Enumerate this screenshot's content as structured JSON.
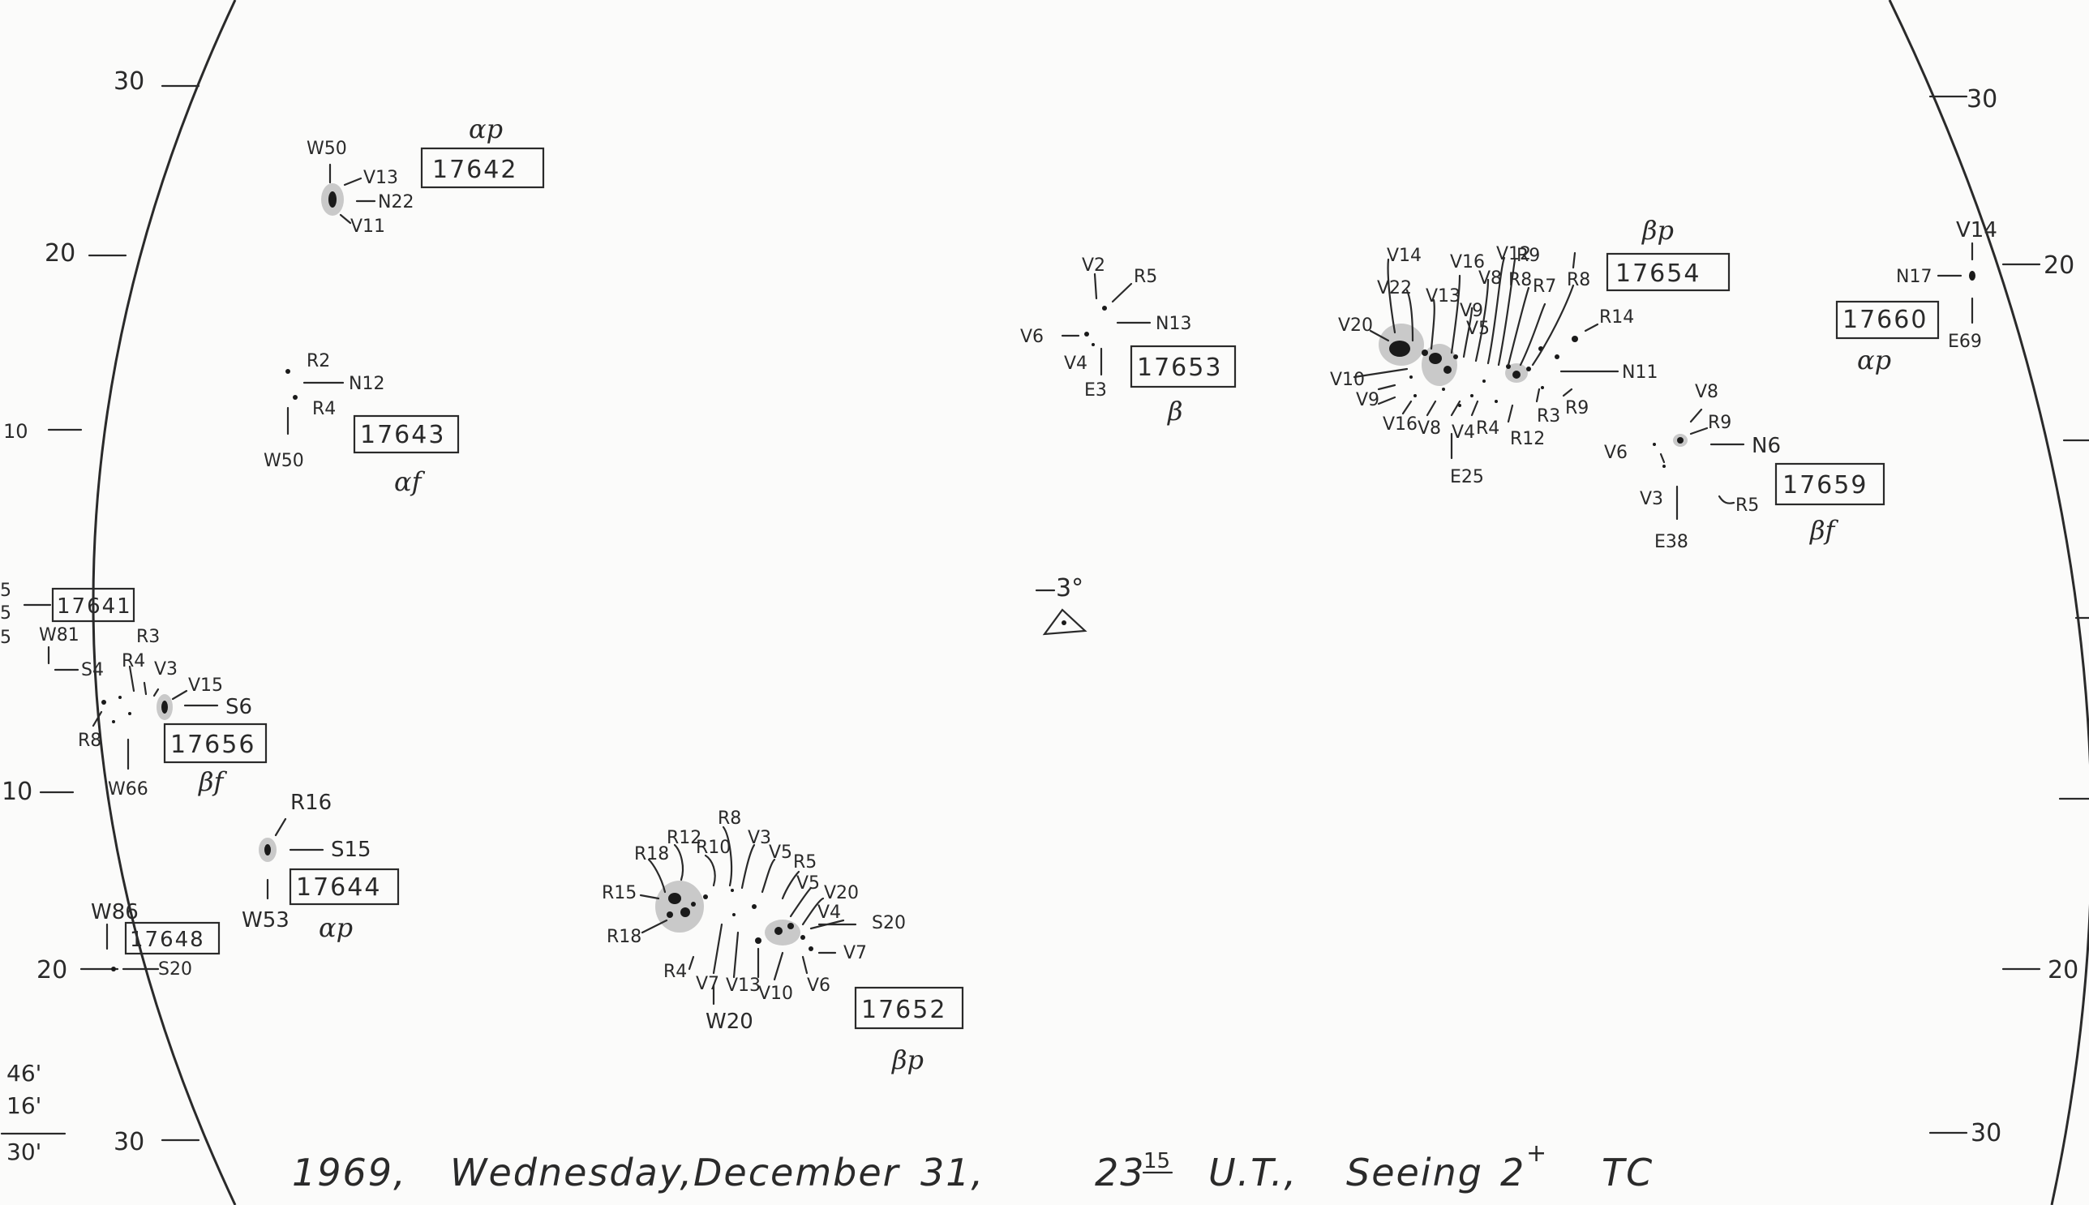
{
  "latitude_ticks": {
    "left": [
      "30",
      "20",
      "10",
      "10",
      "20",
      "30"
    ],
    "right": [
      "30",
      "20",
      "20",
      "30"
    ]
  },
  "edge_fragments": [
    "5",
    "5",
    "5"
  ],
  "regions": [
    {
      "number": "17642",
      "class": "αp",
      "labels": [
        "W50",
        "V13",
        "N22",
        "V11"
      ]
    },
    {
      "number": "17643",
      "class": "αf",
      "labels": [
        "R2",
        "N12",
        "R4",
        "W50"
      ]
    },
    {
      "number": "17641",
      "class": "",
      "labels": []
    },
    {
      "number": "17656",
      "class": "βf",
      "labels": [
        "W81",
        "S4",
        "R3",
        "R4",
        "V3",
        "V15",
        "S6",
        "R8",
        "W66"
      ]
    },
    {
      "number": "17644",
      "class": "αp",
      "labels": [
        "R16",
        "S15",
        "W53"
      ]
    },
    {
      "number": "17648",
      "class": "",
      "labels": [
        "W86",
        "S20"
      ]
    },
    {
      "number": "17652",
      "class": "βp",
      "labels": [
        "R18",
        "R12",
        "R8",
        "R10",
        "V3",
        "V5",
        "R5",
        "V5",
        "V20",
        "V4",
        "S20",
        "R15",
        "R18",
        "V7",
        "R4",
        "V7",
        "V13",
        "V10",
        "V6",
        "W20"
      ]
    },
    {
      "number": "17653",
      "class": "β",
      "labels": [
        "V2",
        "R5",
        "N13",
        "V6",
        "V4",
        "E3"
      ]
    },
    {
      "number": "17654",
      "class": "βp",
      "labels": [
        "V14",
        "V16",
        "V12",
        "R9",
        "V22",
        "V13",
        "V8",
        "R8",
        "R7",
        "R8",
        "V9",
        "V5",
        "R14",
        "V20",
        "V10",
        "N11",
        "V9",
        "V16",
        "V8",
        "V4",
        "R4",
        "R12",
        "R3",
        "R9",
        "E25"
      ]
    },
    {
      "number": "17659",
      "class": "βf",
      "labels": [
        "V8",
        "R9",
        "N6",
        "V6",
        "V3",
        "R5",
        "E38"
      ]
    },
    {
      "number": "17660",
      "class": "αp",
      "labels": [
        "V14",
        "N17",
        "E69"
      ]
    }
  ],
  "center": {
    "label": "3°"
  },
  "margin_notes": [
    "46'",
    "16'",
    "30'"
  ],
  "footer": {
    "year": "1969,",
    "weekday": "Wednesday,",
    "month": "December",
    "day": "31,",
    "time_hours": "23",
    "time_minutes": "15",
    "time_zone": "U.T.,",
    "seeing_label": "Seeing",
    "seeing_value": "2",
    "seeing_mark": "+",
    "observer": "TC"
  }
}
